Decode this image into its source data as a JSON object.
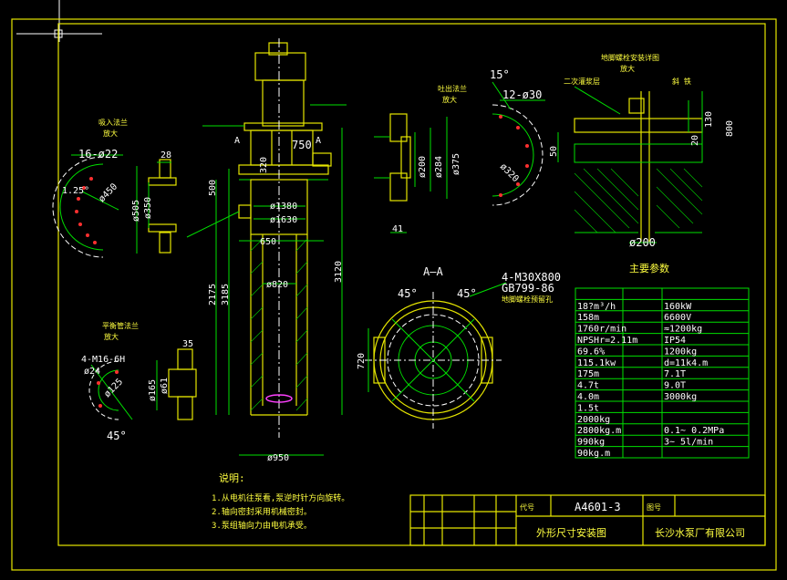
{
  "drawing": {
    "drawing_number": "A4601-3",
    "section_label": "A—A",
    "bolt_spec": "4-M30X800",
    "bolt_std": "GB799-86",
    "angle_left_45": "45°",
    "angle_right_45": "45°",
    "bottom_left_angle": "45°",
    "top_angle_15": "15°",
    "dims": {
      "d1380": "ø1380",
      "d1630": "ø1630",
      "d820": "ø820",
      "d950": "ø950",
      "w650": "650",
      "w750": "750",
      "h2175": "2175",
      "h3185": "3185",
      "h3120": "3120",
      "h500": "500",
      "h320": "320",
      "h720": "720",
      "d200a": "ø200",
      "d284": "ø284",
      "d375": "ø375",
      "d320": "ø320",
      "h41": "41",
      "n12d30": "12-ø30",
      "n16d22": "16-ø22",
      "a125": "1.25°",
      "d450": "ø450",
      "d350": "ø350",
      "d505": "ø505",
      "w28": "28",
      "m16": "4-M16-6H",
      "d324": "ø24",
      "d125": "ø125",
      "d165": "ø165",
      "d61": "ø61",
      "w35": "35",
      "h130": "130",
      "h800": "800",
      "h50": "50",
      "d200b": "ø200",
      "h20": "20",
      "ar": "A",
      "al": "A"
    },
    "params_title": "主要参数",
    "params": [
      [
        "",
        "",
        ""
      ],
      [
        "18?m³/h",
        "",
        "160kW"
      ],
      [
        "158m",
        "",
        "6600V"
      ],
      [
        "1760r/min",
        "",
        "≈1200kg"
      ],
      [
        "NPSHr=2.11m",
        "",
        "IP54"
      ],
      [
        "69.6%",
        "",
        "1200kg"
      ],
      [
        "115.1kw",
        "",
        "d=11k4.m"
      ],
      [
        "175m",
        "",
        "7.1T"
      ],
      [
        "4.7t",
        "",
        "9.0T"
      ],
      [
        "4.0m",
        "",
        "3000kg"
      ],
      [
        "1.5t",
        "",
        ""
      ],
      [
        "2000kg",
        "",
        ""
      ],
      [
        "2800kg.m",
        "",
        "0.1~ 0.2MPa"
      ],
      [
        "990kg",
        "",
        "3~ 5l/min"
      ],
      [
        "90kg.m",
        "",
        ""
      ]
    ],
    "notes_title": "说明:",
    "notes": [
      "1.从电机往泵看,泵逆时针方向旋转。",
      "2.轴向密封采用机械密封。",
      "3.泵组轴向力由电机承受。"
    ],
    "tb_name": "外形尺寸安装图",
    "tb_company": "长沙水泵厂有限公司"
  }
}
